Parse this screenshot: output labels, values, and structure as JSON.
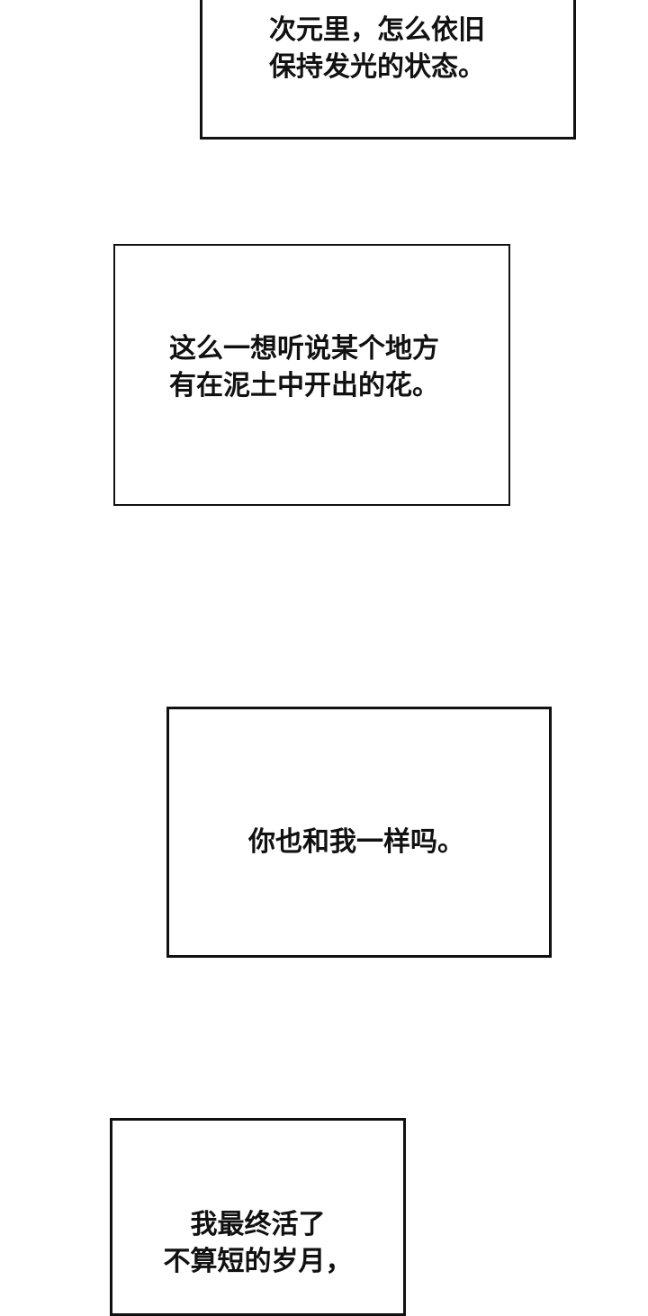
{
  "panels": [
    {
      "lines": [
        "次元里，怎么依旧",
        "保持发光的状态。"
      ]
    },
    {
      "lines": [
        "这么一想听说某个地方",
        "有在泥土中开出的花。"
      ]
    },
    {
      "lines": [
        "你也和我一样吗。"
      ]
    },
    {
      "lines": [
        "我最终活了",
        "不算短的岁月，"
      ]
    }
  ]
}
